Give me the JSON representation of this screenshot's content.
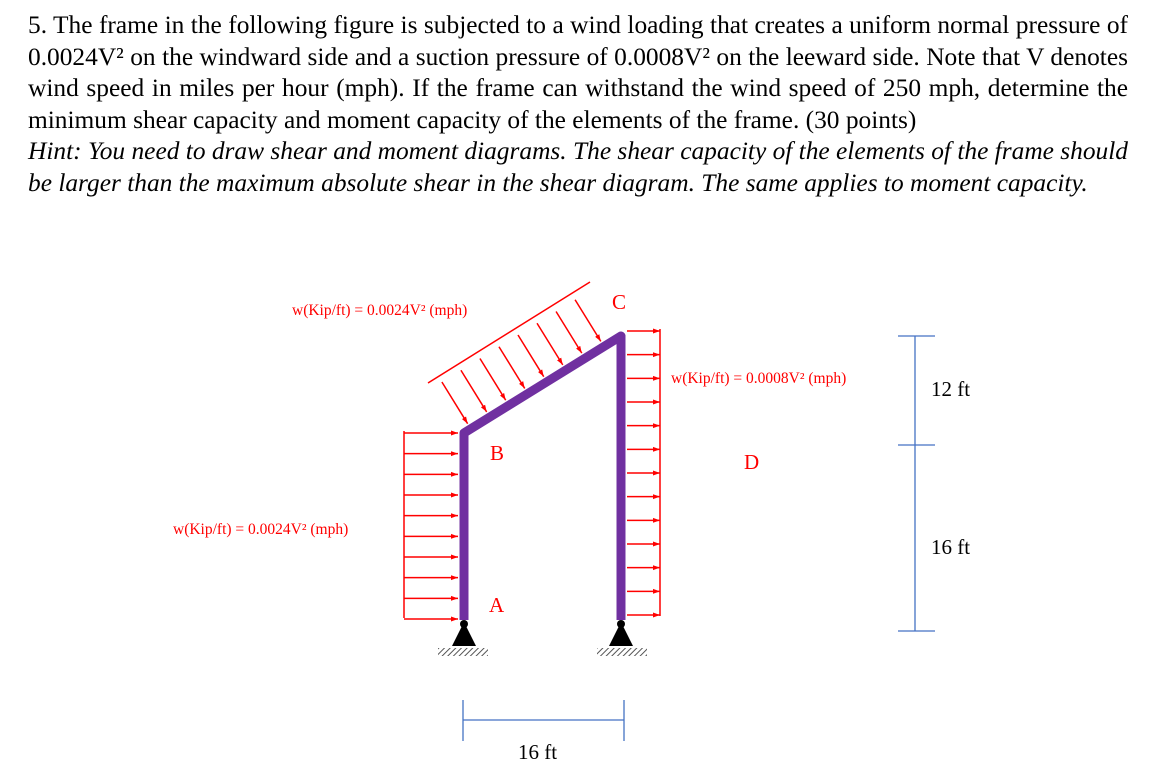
{
  "problem": {
    "statement": "5. The frame in the following figure is subjected to a wind loading that creates a uniform normal pressure of 0.0024V² on the windward side and a suction pressure of 0.0008V² on the leeward side. Note that V denotes wind speed in miles per hour (mph). If the frame can withstand the wind speed of 250 mph, determine the minimum shear capacity and moment capacity of the elements of the frame. (30 points)",
    "hint": "Hint: You need to draw shear and moment diagrams. The shear capacity of the elements of the frame should be larger than the maximum absolute shear in the shear diagram. The same applies to moment capacity."
  },
  "figure": {
    "load_roof": "w(Kip/ft) = 0.0024V² (mph)",
    "load_windward_column": "w(Kip/ft) = 0.0024V² (mph)",
    "load_leeward_column": "w(Kip/ft) = 0.0008V² (mph)",
    "node_a": "A",
    "node_b": "B",
    "node_c": "C",
    "node_d": "D",
    "dim_upper": "12 ft",
    "dim_lower": "16 ft",
    "dim_span": "16 ft",
    "colors": {
      "frame": "#7030a0",
      "load_arrows": "#ff0000",
      "dimensions": "#4472c4",
      "node_labels": "#ff0000",
      "load_labels": "#ff0000"
    }
  }
}
